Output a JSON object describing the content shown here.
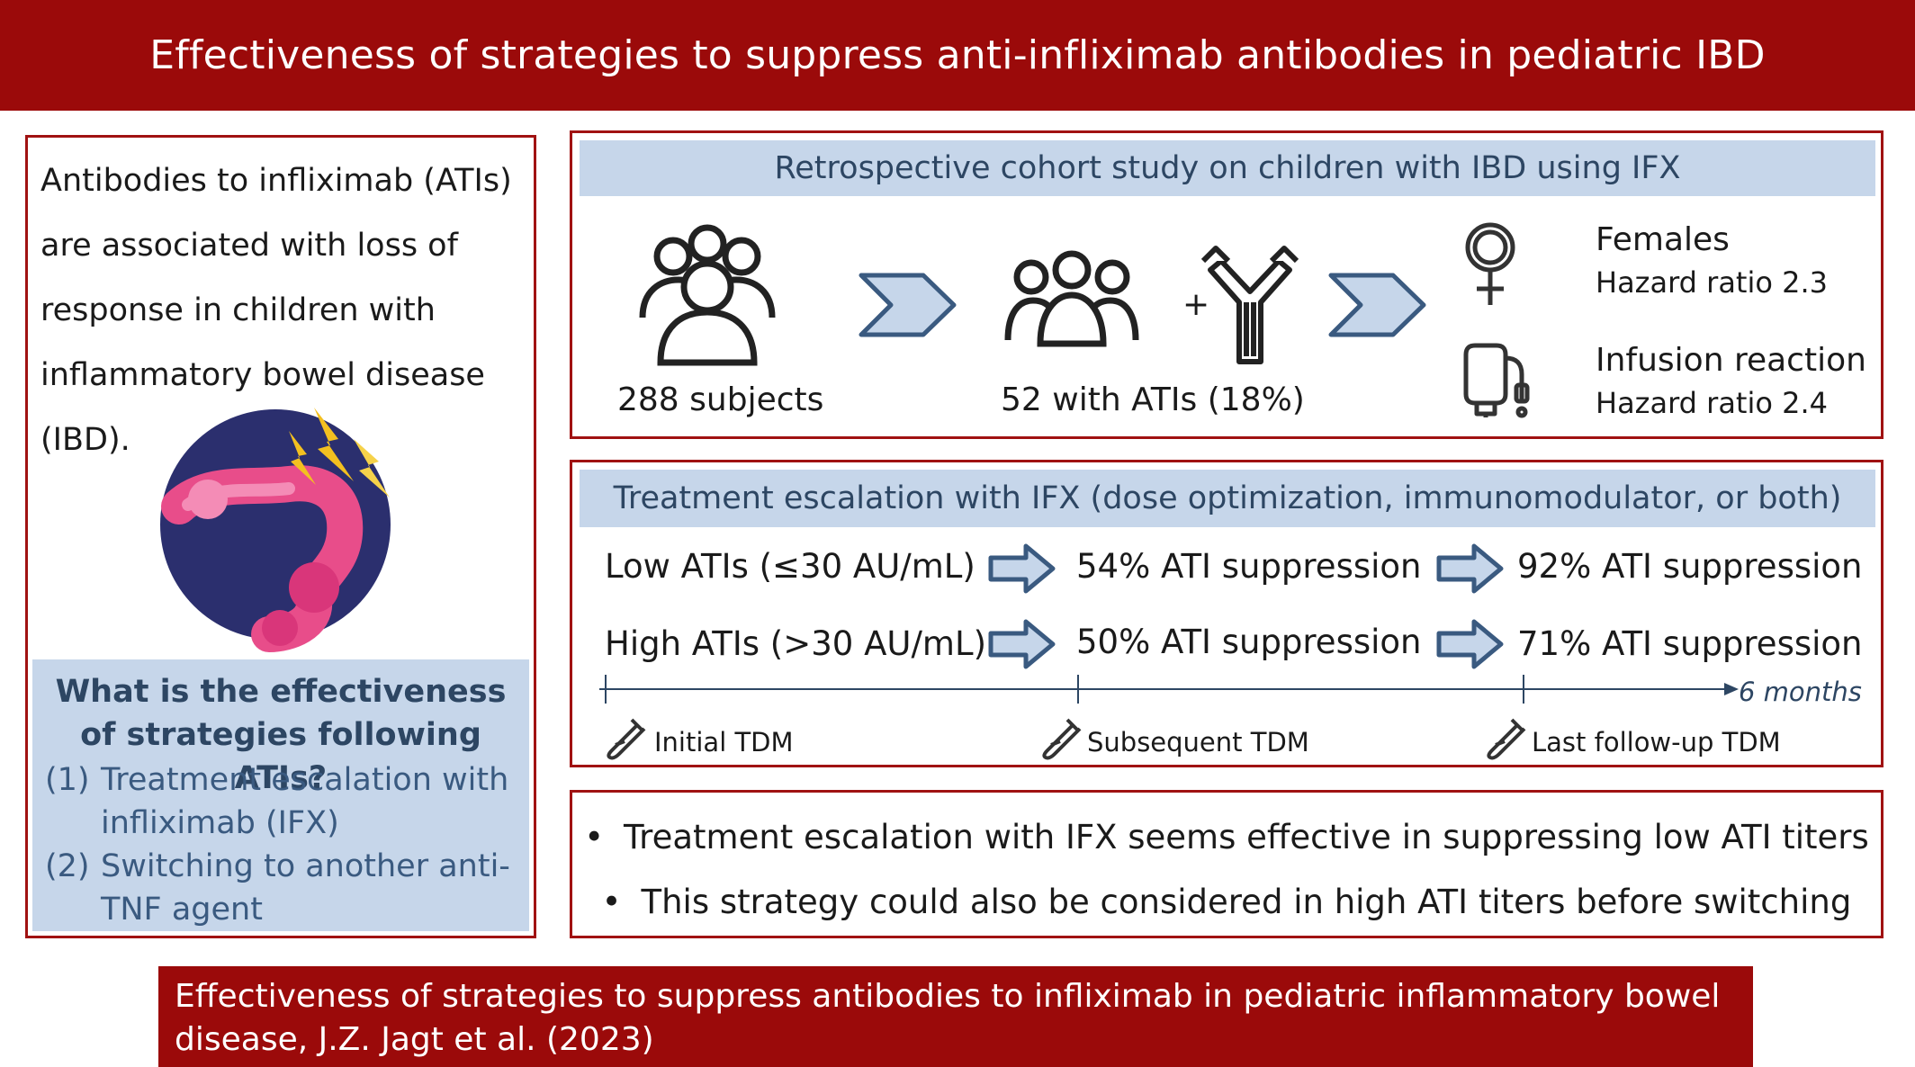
{
  "header": {
    "title": "Effectiveness of strategies to suppress anti-infliximab antibodies in pediatric IBD"
  },
  "intro": {
    "text": "Antibodies to infliximab (ATIs) are associated with loss of response in children with inflammatory bowel disease (IBD).",
    "illustration_icon": "inflamed-colon-icon"
  },
  "question": {
    "title": "What is the effectiveness of strategies following ATIs?",
    "items": [
      {
        "num": "(1)",
        "text": "Treatment escalation with infliximab (IFX)"
      },
      {
        "num": "(2)",
        "text": "Switching to another anti-TNF agent"
      }
    ]
  },
  "cohort": {
    "banner": "Retrospective cohort study on children with IBD using IFX",
    "subjects_label": "288 subjects",
    "plus": "+",
    "atis_label": "52 with ATIs (18%)",
    "risk_factors": [
      {
        "title": "Females",
        "detail": "Hazard ratio 2.3",
        "icon": "female-symbol-icon"
      },
      {
        "title": "Infusion reaction",
        "detail": "Hazard ratio 2.4",
        "icon": "iv-infusion-bag-icon"
      }
    ]
  },
  "escalation": {
    "banner": "Treatment escalation with IFX (dose optimization, immunomodulator, or both)",
    "rows": [
      {
        "group": "Low ATIs (≤30 AU/mL)",
        "mid": "54% ATI suppression",
        "end": "92% ATI suppression"
      },
      {
        "group": "High ATIs (>30 AU/mL)",
        "mid": "50% ATI suppression",
        "end": "71% ATI suppression"
      }
    ],
    "timeline": {
      "labels": [
        "Initial TDM",
        "Subsequent TDM",
        "Last follow-up TDM"
      ],
      "duration": "6 months"
    }
  },
  "conclusions": {
    "bullet": "•",
    "items": [
      "Treatment escalation with IFX seems effective in suppressing low ATI titers",
      "This strategy could also be considered in high ATI titers before switching"
    ]
  },
  "footer": {
    "citation": "Effectiveness of strategies to suppress antibodies to infliximab in pediatric inflammatory bowel disease, J.Z. Jagt et al. (2023)"
  },
  "colors": {
    "brand_red": "#9b0a0a",
    "panel_blue": "#c6d6ea",
    "text_navy": "#2d4663",
    "chevron_fill": "#c6d6ea",
    "chevron_stroke": "#3a5a80"
  }
}
